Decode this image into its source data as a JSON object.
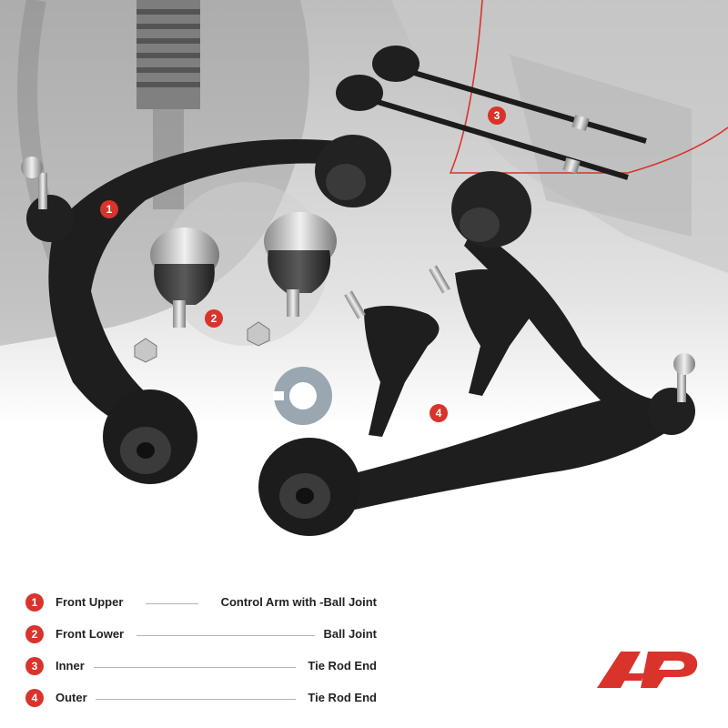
{
  "colors": {
    "accent": "#d9332b",
    "arm": "#1e1e1e",
    "background": "#ffffff"
  },
  "callouts": [
    "1",
    "2",
    "3",
    "4"
  ],
  "legend": [
    {
      "number": "1",
      "part": "Front Upper",
      "description": "Control Arm with -Ball Joint"
    },
    {
      "number": "2",
      "part": "Front Lower",
      "description": "Ball Joint"
    },
    {
      "number": "3",
      "part": "Inner",
      "description": "Tie Rod End"
    },
    {
      "number": "4",
      "part": "Outer",
      "description": "Tie Rod End"
    }
  ],
  "logo": {
    "icon": "brand-logo-icon"
  }
}
